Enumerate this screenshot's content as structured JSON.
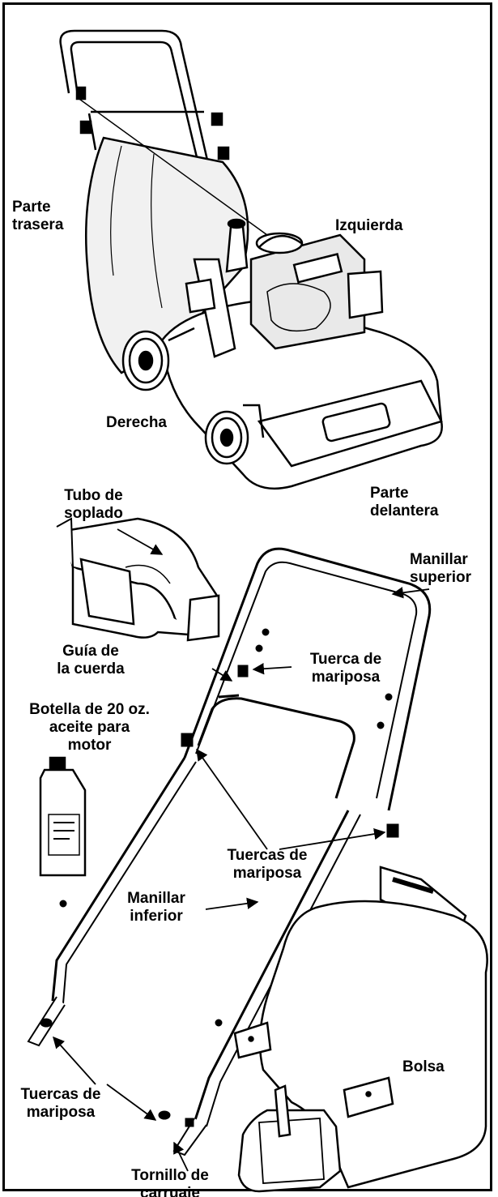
{
  "labels": {
    "parte_trasera": "Parte\ntrasera",
    "izquierda": "Izquierda",
    "derecha": "Derecha",
    "parte_delantera": "Parte\ndelantera",
    "tubo_de_soplado": "Tubo de\nsoplado",
    "manillar_superior": "Manillar\nsuperior",
    "guia_de_la_cuerda": "Guía de\nla cuerda",
    "tuerca_de_mariposa": "Tuerca de\nmariposa",
    "botella_aceite": "Botella de 20 oz.\naceite para\nmotor",
    "tuercas_de_mariposa_mid": "Tuercas de\nmariposa",
    "manillar_inferior": "Manillar\ninferior",
    "tuercas_de_mariposa_low": "Tuercas de\nmariposa",
    "bolsa": "Bolsa",
    "tornillo_de_carruaje": "Tornillo de\ncarruaje"
  }
}
